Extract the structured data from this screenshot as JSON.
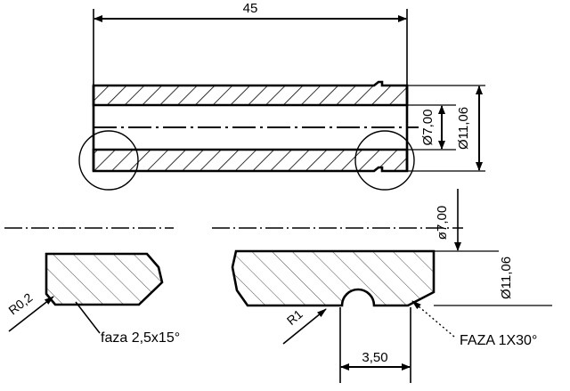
{
  "drawing": {
    "type": "mechanical-part-section-drawing",
    "units": "mm",
    "views": [
      {
        "id": "main-section",
        "name": "main sectional view"
      },
      {
        "id": "detail-left",
        "name": "left detail enlargement"
      },
      {
        "id": "detail-right",
        "name": "right detail enlargement"
      }
    ]
  },
  "dimensions": {
    "length": {
      "value": "45",
      "name": "overall-length"
    },
    "bore_diameter": {
      "value": "Ø7,00",
      "name": "inner-bore-diameter"
    },
    "outer_diameter": {
      "value": "Ø11,06",
      "name": "outer-diameter"
    },
    "detail_bore_diameter": {
      "value": "ø7,00",
      "name": "detail-bore-diameter"
    },
    "detail_outer_diameter": {
      "value": "Ø11,06",
      "name": "detail-outer-diameter"
    },
    "groove_distance": {
      "value": "3,50",
      "name": "groove-distance"
    }
  },
  "annotations": {
    "radius_small": {
      "value": "R0,2",
      "name": "fillet-radius-left"
    },
    "radius_groove": {
      "value": "R1",
      "name": "groove-radius"
    },
    "chamfer_left": {
      "value": "faza 2,5x15°",
      "name": "chamfer-note-left"
    },
    "chamfer_right": {
      "value": "FAZA 1X30°",
      "name": "chamfer-note-right"
    }
  },
  "colors": {
    "line": "#000000",
    "background": "#ffffff"
  }
}
